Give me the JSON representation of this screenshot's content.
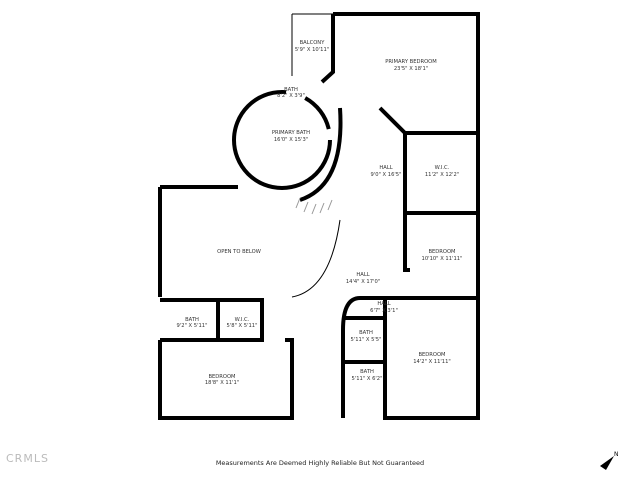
{
  "rooms": [
    {
      "name": "BALCONY",
      "size": "5'9\" X 10'11\""
    },
    {
      "name": "PRIMARY BEDROOM",
      "size": "23'5\" X 18'1\""
    },
    {
      "name": "BATH",
      "size": "8'2\" X 3'9\""
    },
    {
      "name": "PRIMARY BATH",
      "size": "16'0\" X 15'3\""
    },
    {
      "name": "HALL",
      "size": "9'0\" X 16'5\""
    },
    {
      "name": "W.I.C.",
      "size": "11'2\" X 12'2\""
    },
    {
      "name": "OPEN TO BELOW",
      "size": ""
    },
    {
      "name": "BEDROOM",
      "size": "10'10\" X 11'11\""
    },
    {
      "name": "HALL",
      "size": "14'4\" X 17'0\""
    },
    {
      "name": "HALL",
      "size": "6'7\" X 3'1\""
    },
    {
      "name": "BATH",
      "size": "9'2\" X 5'11\""
    },
    {
      "name": "W.I.C.",
      "size": "5'8\" X 5'11\""
    },
    {
      "name": "BATH",
      "size": "5'11\" X 5'5\""
    },
    {
      "name": "BEDROOM",
      "size": "14'2\" X 11'11\""
    },
    {
      "name": "BATH",
      "size": "5'11\" X 6'2\""
    },
    {
      "name": "BEDROOM",
      "size": "18'8\" X 11'1\""
    }
  ],
  "footer": {
    "disclaimer": "Measurements Are Deemed Highly Reliable But Not Guaranteed",
    "logo": "CRMLS"
  },
  "icons": {
    "compass": "north-arrow-icon"
  }
}
